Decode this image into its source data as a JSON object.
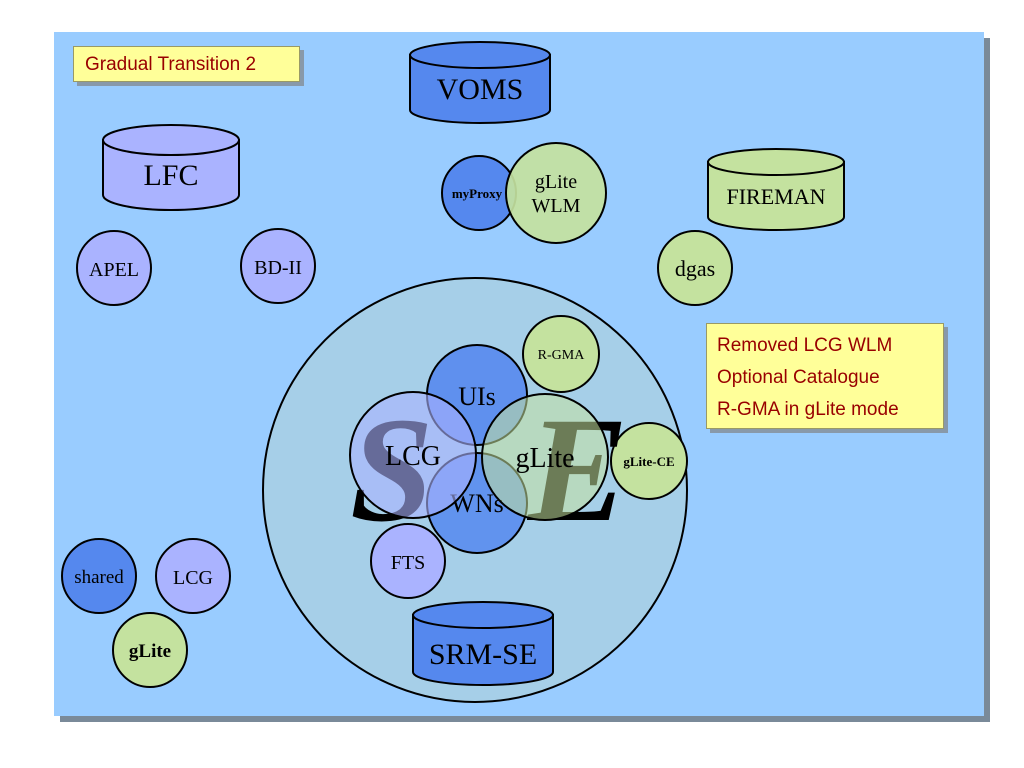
{
  "slide": {
    "title": "Gradual Transition 2",
    "changes": [
      "Removed LCG WLM",
      "Optional Catalogue",
      "R-GMA in gLite mode"
    ]
  },
  "nodes": {
    "voms": "VOMS",
    "lfc": "LFC",
    "fireman": "FIREMAN",
    "myproxy": "myProxy",
    "glite_wlm": [
      "gLite",
      "WLM"
    ],
    "apel": "APEL",
    "bdii": "BD-II",
    "dgas": "dgas",
    "rgma": "R-GMA",
    "uis": "UIs",
    "lcg_core": "LCG",
    "glite_core": "gLite",
    "glite_ce": "gLite-CE",
    "wns": "WNs",
    "fts": "FTS",
    "srm_se": "SRM-SE",
    "se_logo": [
      "S",
      "E"
    ]
  },
  "legend": {
    "shared": "shared",
    "lcg": "LCG",
    "glite": "gLite"
  },
  "colors": {
    "background": "#99ccff",
    "shared": "#5588ee",
    "lcg": "#aab3ff",
    "glite": "#c4e29f",
    "note_bg": "#ffff99",
    "note_text": "#990000"
  }
}
